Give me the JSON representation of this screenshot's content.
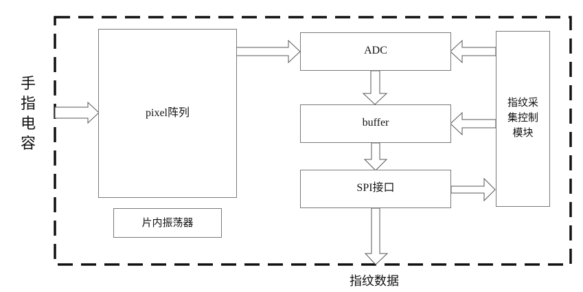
{
  "diagram": {
    "boundary": {
      "style": "dashed"
    },
    "input_label": [
      "手",
      "指",
      "电",
      "容"
    ],
    "output_label": "指纹数据",
    "blocks": {
      "pixel_array": "pixel阵列",
      "oscillator": "片内振荡器",
      "adc": "ADC",
      "buffer": "buffer",
      "spi": "SPI接口",
      "controller": [
        "指纹采",
        "集控制",
        "模块"
      ]
    },
    "arrows": [
      {
        "from": "input",
        "to": "pixel_array"
      },
      {
        "from": "pixel_array",
        "to": "adc"
      },
      {
        "from": "controller",
        "to": "adc"
      },
      {
        "from": "adc",
        "to": "buffer"
      },
      {
        "from": "controller",
        "to": "buffer"
      },
      {
        "from": "buffer",
        "to": "spi"
      },
      {
        "from": "spi",
        "to": "controller"
      },
      {
        "from": "spi",
        "to": "output"
      }
    ]
  }
}
